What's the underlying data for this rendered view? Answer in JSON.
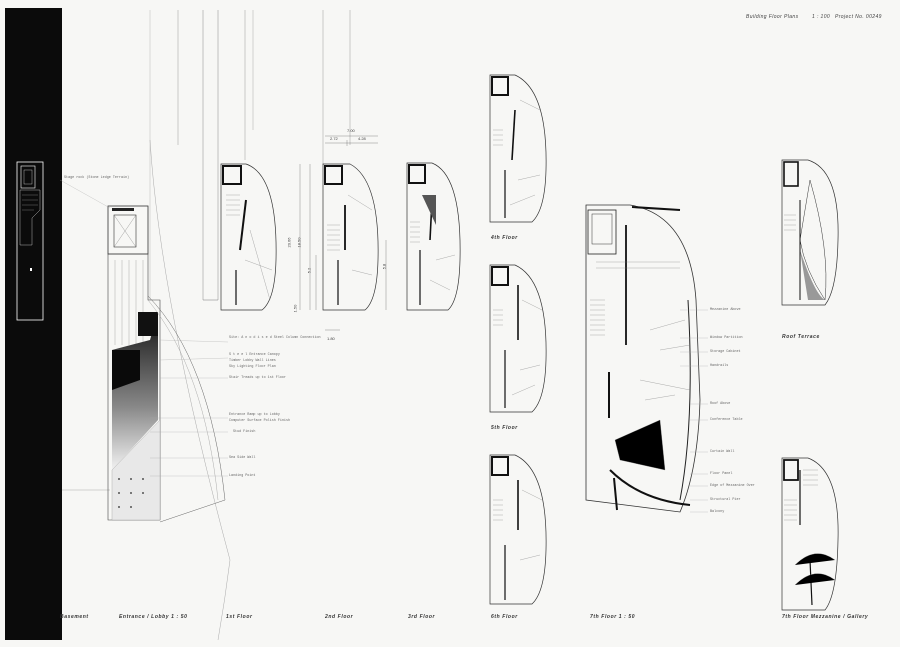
{
  "header": {
    "title": "Building Floor Plans",
    "scale": "1 : 100",
    "project": "Project No. 00249"
  },
  "plans": {
    "basement": "Basement",
    "entrance": "Entrance / Lobby  1 : 50",
    "floor1": "1st Floor",
    "floor2": "2nd Floor",
    "floor3": "3rd Floor",
    "floor4": "4th Floor",
    "floor5": "5th Floor",
    "floor6": "6th Floor",
    "floor7": "7th Floor  1 : 50",
    "roof": "Roof Terrace",
    "mezz": "7th Floor Mezzanine / Gallery"
  },
  "dimensions": {
    "top_total": "7.00",
    "top_left": "2.72",
    "top_right": "4.28",
    "height_total": "20.66",
    "height_inner": "18.50",
    "mid_left": "5.2",
    "mid_right": "5.8",
    "bottom_a": "1.50",
    "bottom_b": "1.80"
  },
  "annotations": {
    "basement_note": "Stage rock (Stone Ledge Terrain)",
    "lobby_1": "Site: A n o d i s e d Steel Column Connection",
    "lobby_2": "S t e e l Entrance Canopy",
    "lobby_3": "Timber Lobby Wall Lines",
    "lobby_4": "Sky Lighting Floor Plan",
    "lobby_5": "Stair  Treads up to 1st Floor",
    "lobby_6": "Entrance Ramp up to Lobby",
    "lobby_7": "Computer Surface Polish Finish",
    "lobby_8": "Stud Finish",
    "lobby_9": "Sea Side Wall",
    "lobby_10": "Landing Point",
    "f7_1": "Mezzanine Above",
    "f7_2": "Window Partition",
    "f7_3": "Storage Cabinet",
    "f7_4": "Handrails",
    "f7_5": "Roof Above",
    "f7_6": "Conference Table",
    "f7_7": "Curtain Wall",
    "f7_8": "Floor Panel",
    "f7_9": "Edge of Mezzanine Over",
    "f7_10": "Structural Pier",
    "f7_11": "Balcony"
  }
}
